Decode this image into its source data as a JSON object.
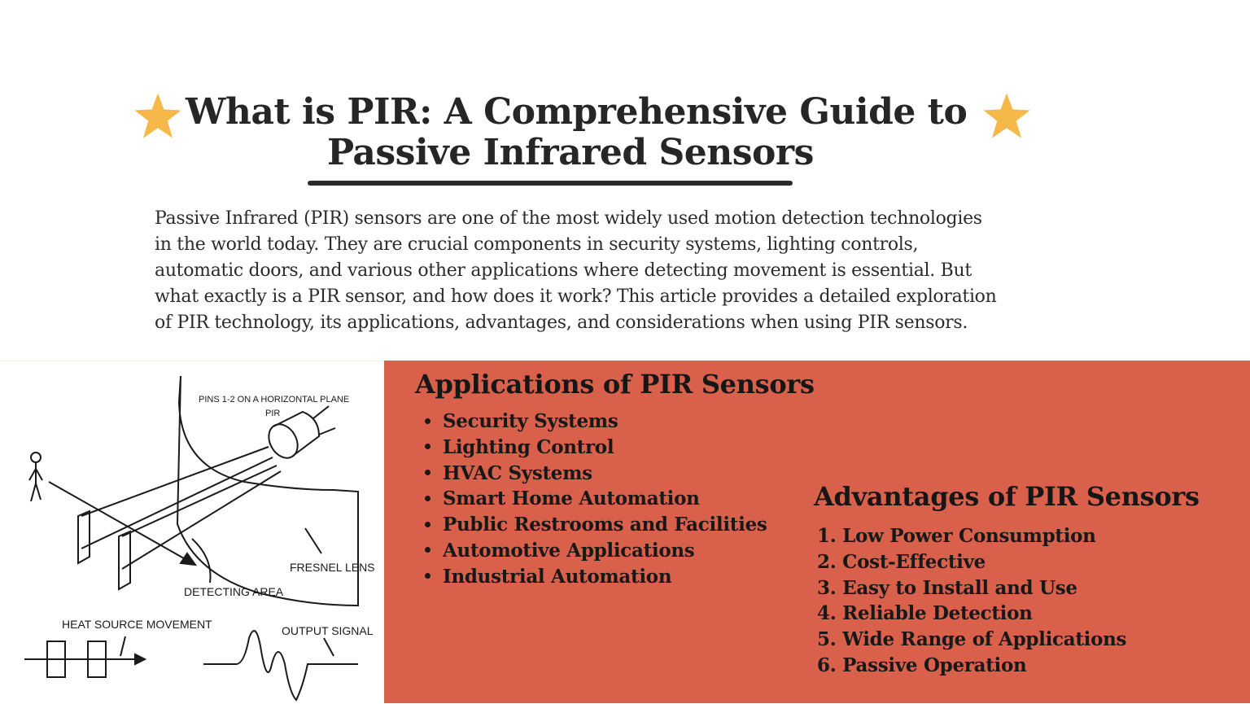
{
  "title": {
    "line1": "What is PIR: A Comprehensive Guide to",
    "line2": "Passive Infrared Sensors"
  },
  "colors": {
    "star": "#f7b84a",
    "panel_background": "#d9614c",
    "text": "#1f1f1f"
  },
  "icons": [
    "star-icon",
    "star-icon"
  ],
  "intro_lines": [
    "Passive Infrared (PIR) sensors are one of the most widely used motion detection technologies",
    "in the world today. They are crucial components in security systems, lighting controls,",
    "automatic doors, and various other applications where detecting movement is essential. But",
    "what exactly is a PIR sensor, and how does it work? This article provides a detailed exploration",
    "of PIR technology, its applications, advantages, and considerations when using PIR sensors."
  ],
  "diagram": {
    "labels": {
      "pins": "PINS 1-2 ON A HORIZONTAL PLANE",
      "pir": "PIR",
      "fresnel": "FRESNEL LENS",
      "detecting": "DETECTING AREA",
      "heat": "HEAT SOURCE MOVEMENT",
      "output": "OUTPUT SIGNAL"
    }
  },
  "applications": {
    "title": "Applications of PIR Sensors",
    "items": [
      "Security Systems",
      "Lighting Control",
      "HVAC Systems",
      "Smart Home Automation",
      "Public Restrooms and Facilities",
      "Automotive Applications",
      "Industrial Automation"
    ]
  },
  "advantages": {
    "title": "Advantages of PIR Sensors",
    "items": [
      "1. Low Power Consumption",
      "2. Cost-Effective",
      "3. Easy to Install and Use",
      "4. Reliable Detection",
      "5. Wide Range of Applications",
      "6. Passive Operation"
    ]
  }
}
